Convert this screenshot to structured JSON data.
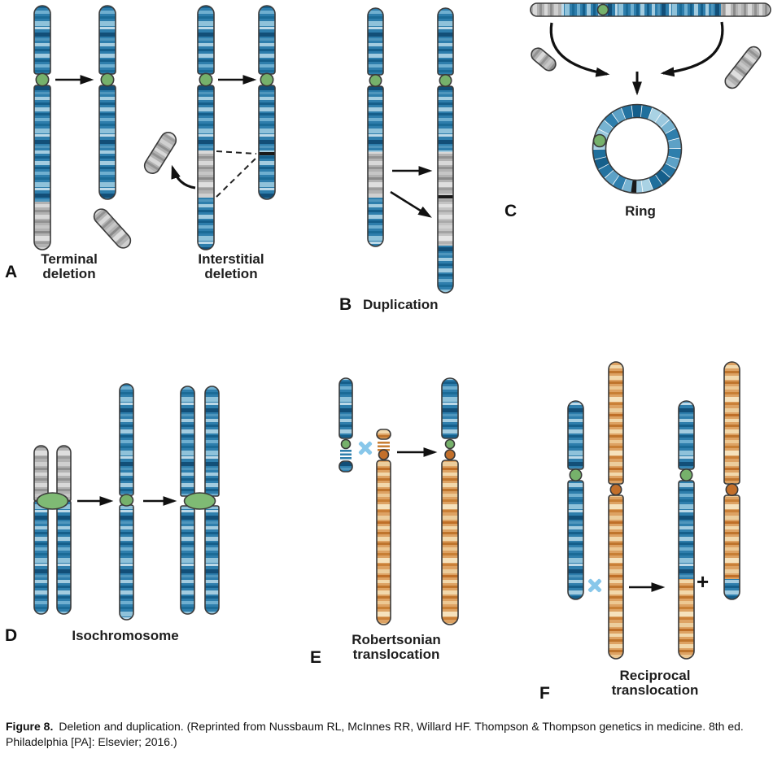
{
  "figure": {
    "caption_title": "Figure 8.",
    "caption_text": "Deletion and duplication. (Reprinted from Nussbaum RL, McInnes RR, Willard HF. Thompson & Thompson genetics in medicine. 8th ed. Philadelphia [PA]: Elsevier; 2016.)",
    "panels": {
      "a": {
        "letter": "A",
        "terminal": "Terminal\ndeletion",
        "interstitial": "Interstitial\ndeletion"
      },
      "b": {
        "letter": "B",
        "label": "Duplication"
      },
      "c": {
        "letter": "C",
        "label": "Ring"
      },
      "d": {
        "letter": "D",
        "label": "Isochromosome"
      },
      "e": {
        "letter": "E",
        "label": "Robertsonian\ntranslocation"
      },
      "f": {
        "letter": "F",
        "label": "Reciprocal\ntranslocation",
        "plus": "+"
      }
    }
  },
  "colors": {
    "background": "#ffffff",
    "outline": "#3a3a3a",
    "arrow": "#111111",
    "label_text": "#1e1e1e",
    "black_band": "#1a1a1a",
    "centromere_green": "#76b16b",
    "centromere_green_light": "#7fba74",
    "centromere_orange": "#c36f2a",
    "crossover_blue": "#88c7ea",
    "blue_base": "#2e7eac",
    "blue_bands": [
      "#a3cce0",
      "#155f8b",
      "#6fafd0",
      "#1b6b97",
      "#8fc2da",
      "#bcd9e8",
      "#124f78",
      "#4f96bd"
    ],
    "gray_base": "#b2b2b2",
    "gray_bands": [
      "#d8d8d8",
      "#929292",
      "#c6c6c6",
      "#8a8a8a",
      "#dedede",
      "#9c9c9c",
      "#cfcfcf",
      "#8f8f8f"
    ],
    "orange_base": "#dda263",
    "orange_bands": [
      "#f2d8ab",
      "#bf752d",
      "#edc893",
      "#c87f35",
      "#f6e2bd",
      "#ca8038",
      "#eccd9c",
      "#bf6f28"
    ],
    "ring_bands": [
      "#2e7eac",
      "#155f8b",
      "#9bc8de",
      "#5da1c6",
      "#1f6f9c",
      "#77b3d1",
      "#2473a1",
      "#a9d2e4"
    ]
  }
}
